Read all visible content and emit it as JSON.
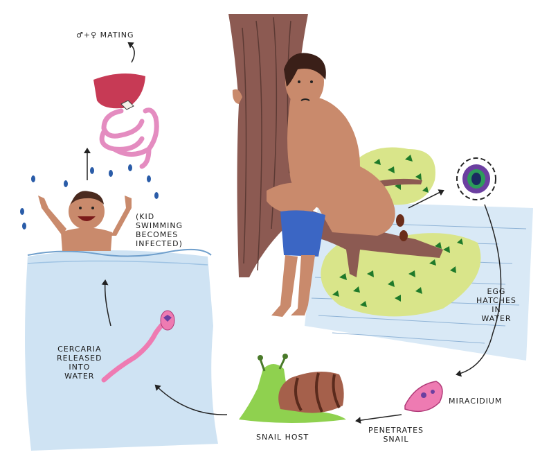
{
  "labels": {
    "mating": "♂+♀ MATING",
    "kid_swimming": [
      "(KID",
      "SWIMMING",
      "BECOMES",
      "INFECTED)"
    ],
    "egg_hatches": [
      "EGG",
      "HATCHES",
      "IN",
      "WATER"
    ],
    "miracidium": "MIRACIDIUM",
    "penetrates_snail": [
      "PENETRATES",
      "SNAIL"
    ],
    "snail_host": "SNAIL HOST",
    "cercaria": [
      "CERCARIA",
      "RELEASED",
      "INTO",
      "WATER"
    ]
  },
  "colors": {
    "water": "#cfe3f3",
    "water_lines": "#8fb3d6",
    "bush": "#d9e58a",
    "leaf": "#1f7a2a",
    "bark": "#8c5a52",
    "skin": "#c98a6c",
    "shorts": "#3b66c4",
    "liver": "#c73a55",
    "intestine": "#e48cc0",
    "snail_body": "#8fd14f",
    "snail_shell": "#a5604b",
    "cercaria": "#ee7bb2",
    "egg": "#6b3fa0"
  }
}
